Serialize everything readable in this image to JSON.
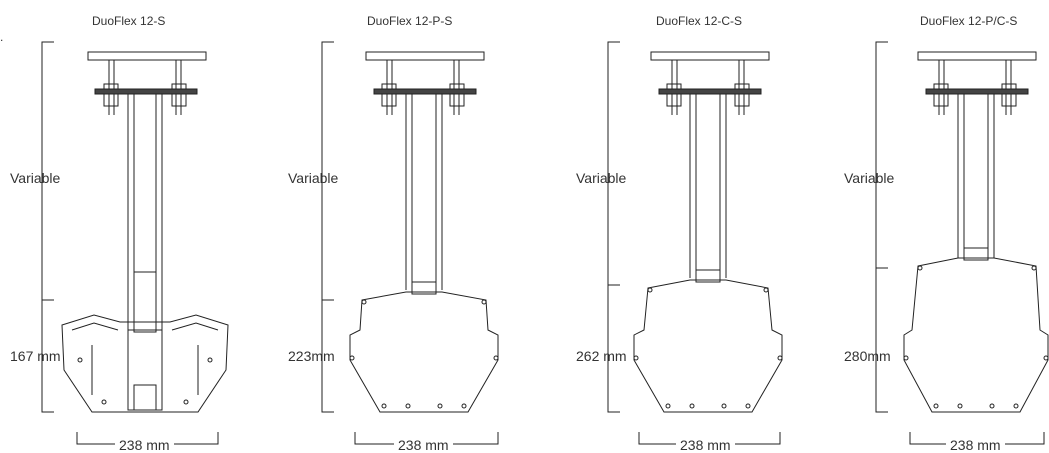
{
  "edge_fragment": ".",
  "panels": [
    {
      "title": "DuoFlex 12-S",
      "variable_label": "Variable",
      "height_label": "167 mm",
      "width_label": "238 mm"
    },
    {
      "title": "DuoFlex 12-P-S",
      "variable_label": "Variable",
      "height_label": "223mm",
      "width_label": "238 mm"
    },
    {
      "title": "DuoFlex 12-C-S",
      "variable_label": "Variable",
      "height_label": "262 mm",
      "width_label": "238 mm"
    },
    {
      "title": "DuoFlex 12-P/C-S",
      "variable_label": "Variable",
      "height_label": "280mm",
      "width_label": "238 mm"
    }
  ]
}
